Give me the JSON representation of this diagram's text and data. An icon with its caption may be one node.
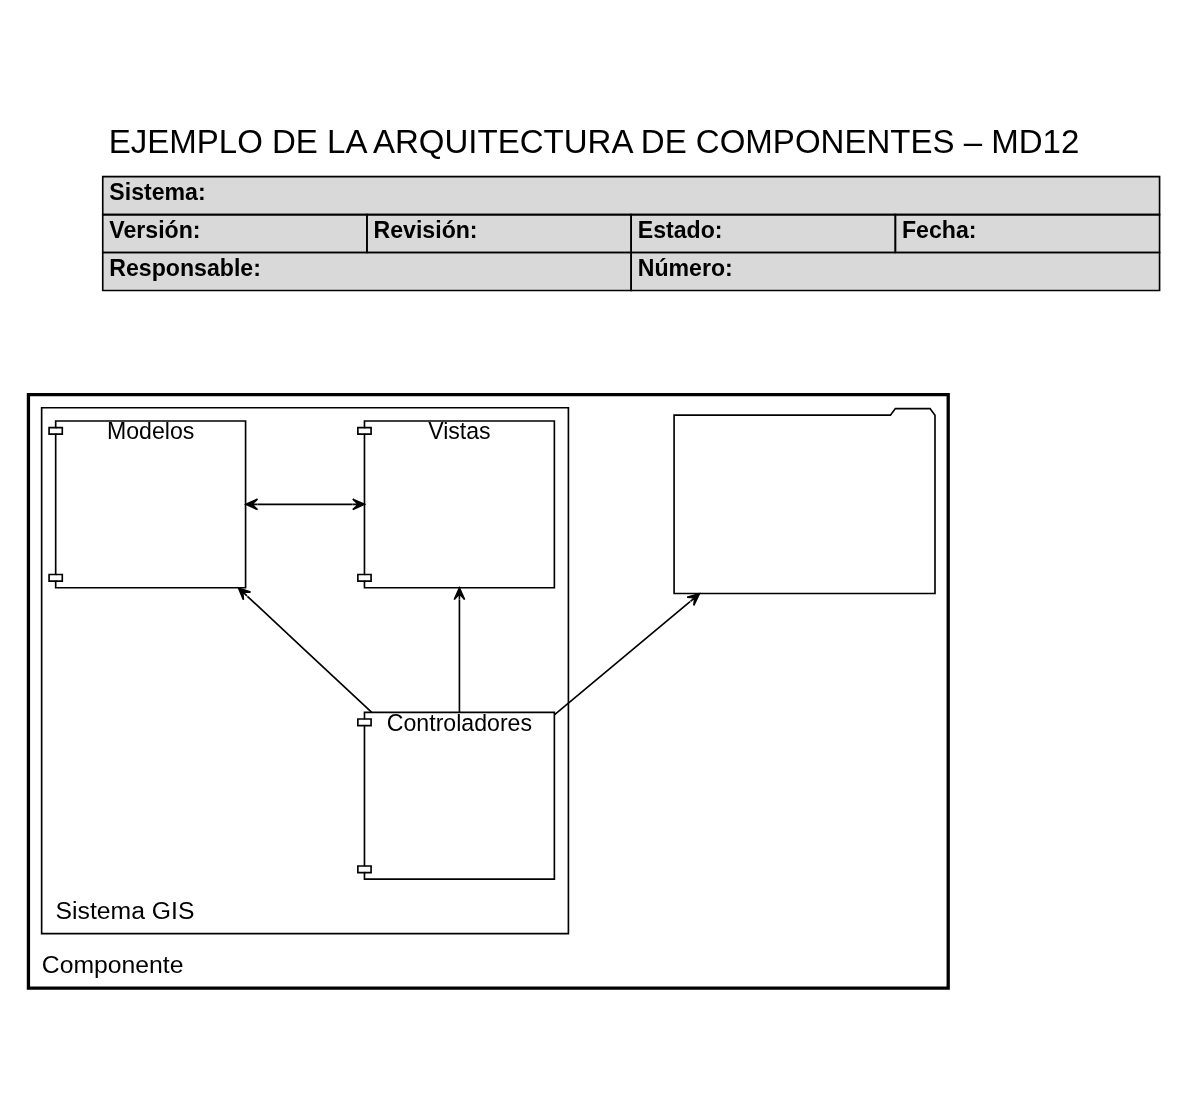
{
  "diagram": {
    "title": "EJEMPLO DE LA ARQUITECTURA DE COMPONENTES – MD12",
    "nodes": [
      {
        "text": [
          "Componente"
        ]
      },
      {
        "text": [
          "Sistema GIS"
        ],
        "in": 0
      },
      {
        "text": [
          "Modelos"
        ],
        "in": 1
      },
      {
        "text": [
          "Vistas"
        ],
        "in": 1
      },
      {
        "text": [
          "Controladores"
        ],
        "in": 1
      },
      {
        "text": [],
        "shape": "box",
        "in": 0
      }
    ],
    "edges": [
      {
        "from": 2,
        "to": 3,
        "arrow": "both"
      },
      {
        "from": 4,
        "to": 2,
        "arrow": "to"
      },
      {
        "from": 4,
        "to": 3,
        "arrow": "to"
      },
      {
        "from": 4,
        "to": 5,
        "arrow": "to"
      }
    ],
    "labels": [
      "Sistema:",
      "Versión:",
      "Revisión:",
      "Estado:",
      "Fecha:",
      "Responsable:",
      "Número:"
    ]
  }
}
